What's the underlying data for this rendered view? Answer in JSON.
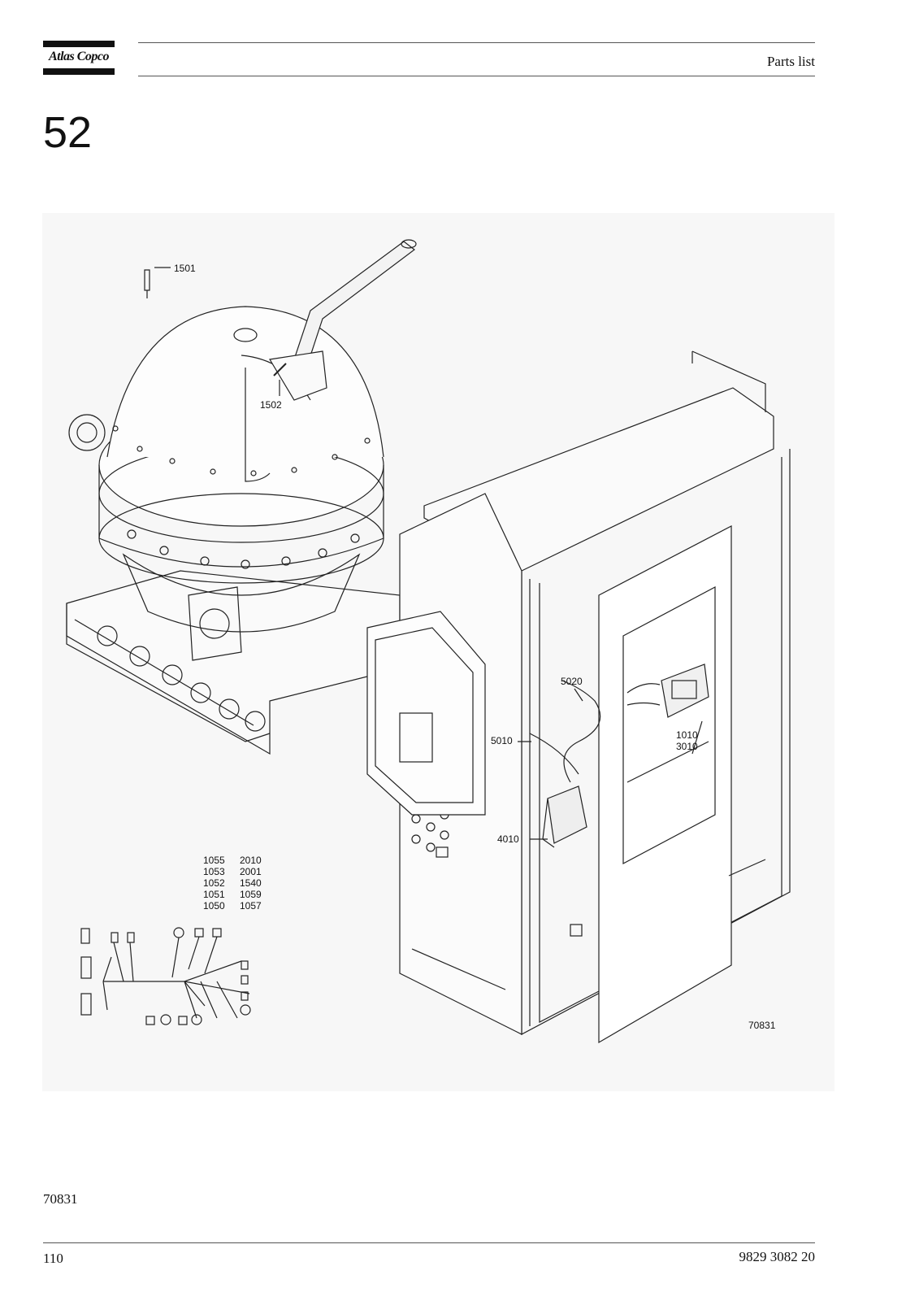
{
  "header": {
    "logo_text": "Atlas Copco",
    "title": "Parts list"
  },
  "section_number": "52",
  "figure": {
    "drawing_number": "70831",
    "callouts": {
      "c1501": "1501",
      "c1502": "1502",
      "c5020": "5020",
      "c5010": "5010",
      "c1010": "1010",
      "c3010": "3010",
      "c4010": "4010",
      "harness_left": [
        "1055",
        "1053",
        "1052",
        "1051",
        "1050"
      ],
      "harness_right": [
        "2010",
        "2001",
        "1540",
        "1059",
        "1057"
      ]
    }
  },
  "figure_reference": "70831",
  "footer": {
    "page_number": "110",
    "document_number": "9829 3082 20"
  }
}
